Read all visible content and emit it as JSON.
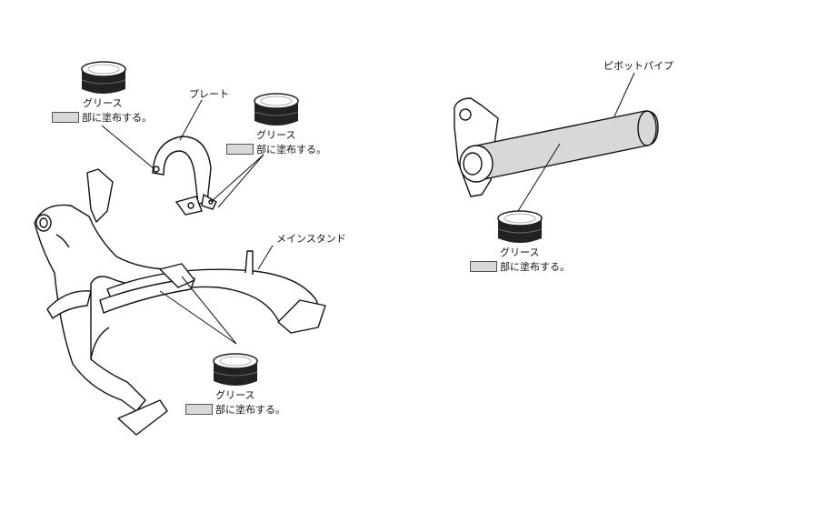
{
  "labels": {
    "plate": "プレート",
    "main_stand": "メインスタンド",
    "pivot_pipe": "ピボットパイプ"
  },
  "grease_notes": [
    {
      "title": "グリース",
      "text": "部に塗布する。"
    },
    {
      "title": "グリース",
      "text": "部に塗布する。"
    },
    {
      "title": "グリース",
      "text": "部に塗布する。"
    },
    {
      "title": "グリース",
      "text": "部に塗布する。"
    }
  ],
  "colors": {
    "line": "#111111",
    "applied_area": "#d8d8d8",
    "grease_cap": "#222222"
  }
}
